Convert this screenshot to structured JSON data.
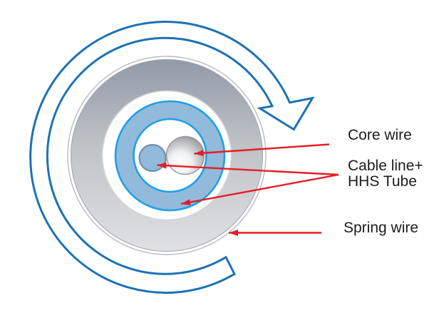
{
  "diagram": {
    "labels": {
      "core_wire": "Core wire",
      "cable_hhs_line1": "Cable line+",
      "cable_hhs_line2": "HHS Tube",
      "spring_wire": "Spring wire"
    },
    "colors": {
      "rotation_arrow_stroke": "#1d72b3",
      "rotation_arrow_fill": "#ffffff",
      "tube_outline_blue": "#21a0e4",
      "tube_fill_blue": "#92bada",
      "cable_circle_stroke": "#7090ac",
      "spring_rim_stroke": "#b9babd",
      "spring_ring_stroke": "#9fa3ab",
      "spring_inner_rim_stroke": "#d4d5d7",
      "spring_gradient_top": "#929aa8",
      "spring_gradient_mid": "#bfc2c7",
      "spring_gradient_bottom": "#e0e1e2",
      "core_circle_stroke": "#96989b",
      "core_gradient_highlight": "#ffffff",
      "core_gradient_edge": "#85878a",
      "annotation_red": "#e41e26",
      "text_color": "#1c1c1c",
      "background": "#ffffff"
    },
    "icons": {
      "rotation_arrow": "clockwise-rotation-arrow",
      "spring_ring": "spring-wire-ring",
      "hhs_ring": "hhs-tube-ring",
      "cable_circle": "cable-line-circle",
      "core_circle": "core-wire-circle"
    }
  }
}
